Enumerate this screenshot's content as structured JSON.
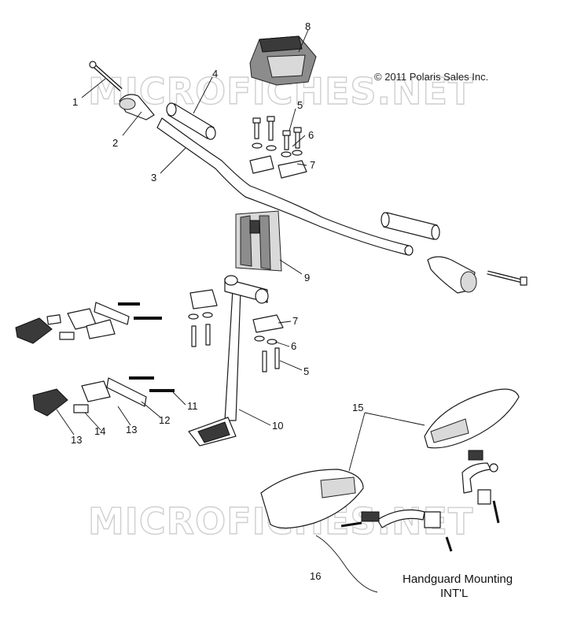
{
  "copyright": "© 2011 Polaris Sales Inc.",
  "watermark": "MICROFICHES.NET",
  "caption": {
    "line1": "Handguard Mounting",
    "line2": "INT'L"
  },
  "callouts": [
    "1",
    "2",
    "3",
    "4",
    "5",
    "6",
    "7",
    "8",
    "9",
    "10",
    "11",
    "12",
    "13",
    "14",
    "15",
    "16",
    "5",
    "6",
    "7",
    "13"
  ],
  "colors": {
    "line": "#1a1a1a",
    "watermark": "#cfcfcf",
    "background": "#ffffff"
  }
}
